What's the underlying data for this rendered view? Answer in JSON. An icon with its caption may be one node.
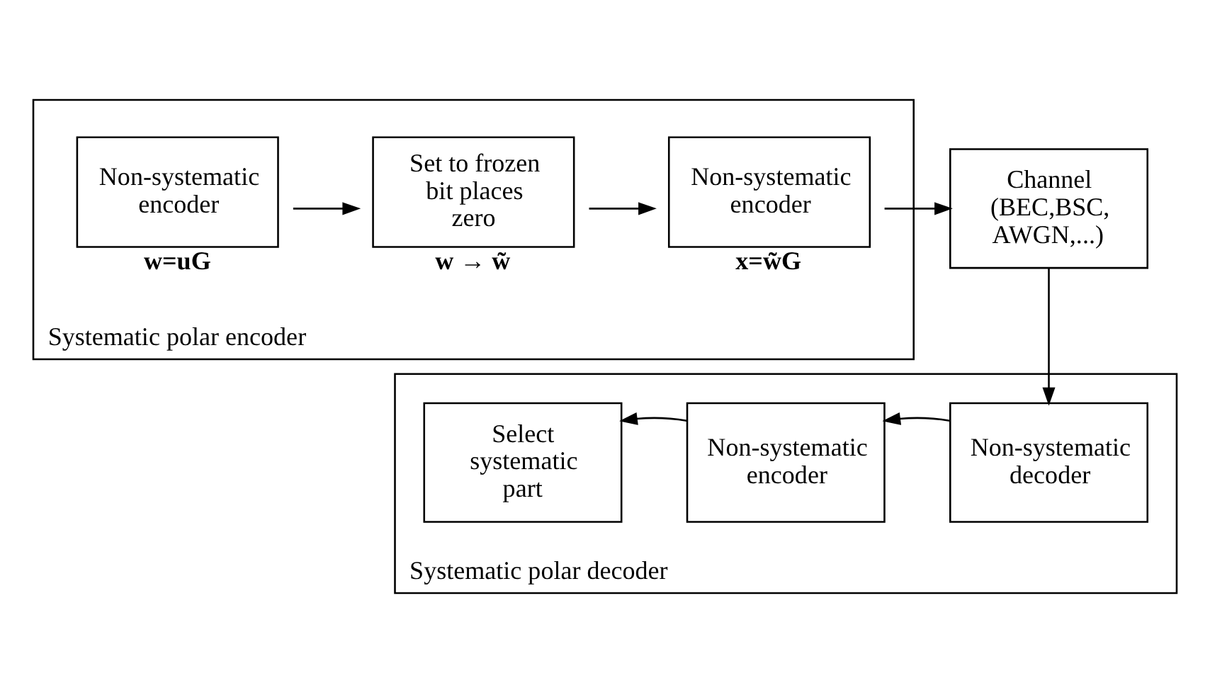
{
  "diagram": {
    "nodes": [
      {
        "text": [
          "Systematic polar encoder"
        ]
      },
      {
        "text": [
          "Non-systematic encoder"
        ],
        "beside": [
          "w=uG"
        ],
        "in": 0
      },
      {
        "text": [
          "Set to frozen bit places zero"
        ],
        "beside": [
          "w → w̃"
        ],
        "in": 0
      },
      {
        "text": [
          "Non-systematic encoder"
        ],
        "beside": [
          "x=w̃G"
        ],
        "in": 0
      },
      {
        "text": [
          "Channel (BEC,BSC, AWGN,...)"
        ]
      },
      {
        "text": [
          "Systematic polar decoder"
        ]
      },
      {
        "text": [
          "Non-systematic decoder"
        ],
        "in": 5
      },
      {
        "text": [
          "Non-systematic encoder"
        ],
        "in": 5
      },
      {
        "text": [
          "Select systematic part"
        ],
        "in": 5
      }
    ],
    "edges": [
      {
        "from": 1,
        "to": 2,
        "arrow": "to"
      },
      {
        "from": 2,
        "to": 3,
        "arrow": "to"
      },
      {
        "from": 3,
        "to": 4,
        "arrow": "to"
      },
      {
        "from": 4,
        "to": 6,
        "arrow": "to"
      },
      {
        "from": 6,
        "to": 7,
        "arrow": "to"
      },
      {
        "from": 7,
        "to": 8,
        "arrow": "to"
      }
    ]
  }
}
